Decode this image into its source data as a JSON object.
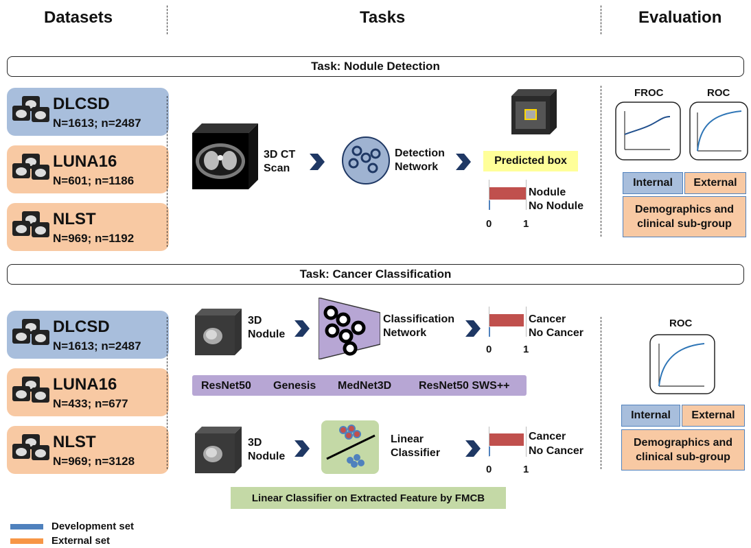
{
  "headers": {
    "datasets": "Datasets",
    "tasks": "Tasks",
    "evaluation": "Evaluation"
  },
  "detection": {
    "title": "Task: Nodule Detection",
    "datasets": [
      {
        "name": "DLCSD",
        "count": "N=1613; n=2487",
        "set": "development"
      },
      {
        "name": "LUNA16",
        "count": "N=601; n=1186",
        "set": "external"
      },
      {
        "name": "NLST",
        "count": "N=969; n=1192",
        "set": "external"
      }
    ],
    "input_label_1": "3D CT",
    "input_label_2": "Scan",
    "network_label_1": "Detection",
    "network_label_2": "Network",
    "predicted_box": "Predicted box",
    "output_labels": [
      "Nodule",
      "No Nodule"
    ],
    "axis_ticks": [
      "0",
      "1"
    ],
    "eval_titles": [
      "FROC",
      "ROC"
    ],
    "internal": "Internal",
    "external": "External",
    "subgroup_1": "Demographics and",
    "subgroup_2": "clinical sub-group"
  },
  "classification": {
    "title": "Task: Cancer Classification",
    "datasets": [
      {
        "name": "DLCSD",
        "count": "N=1613; n=2487",
        "set": "development"
      },
      {
        "name": "LUNA16",
        "count": "N=433; n=677",
        "set": "external"
      },
      {
        "name": "NLST",
        "count": "N=969; n=3128",
        "set": "external"
      }
    ],
    "input_label_1": "3D",
    "input_label_2": "Nodule",
    "network_label_1": "Classification",
    "network_label_2": "Network",
    "output_labels": [
      "Cancer",
      "No Cancer"
    ],
    "axis_ticks": [
      "0",
      "1"
    ],
    "models": [
      "ResNet50",
      "Genesis",
      "MedNet3D",
      "ResNet50 SWS++"
    ],
    "linear_label_1": "Linear",
    "linear_label_2": "Classifier",
    "linear_caption": "Linear Classifier on Extracted Feature by FMCB",
    "eval_title": "ROC",
    "internal": "Internal",
    "external": "External",
    "subgroup_1": "Demographics and",
    "subgroup_2": "clinical sub-group"
  },
  "legend": [
    {
      "label": "Development set",
      "color": "#4f81bd"
    },
    {
      "label": "External set",
      "color": "#f79646"
    }
  ]
}
